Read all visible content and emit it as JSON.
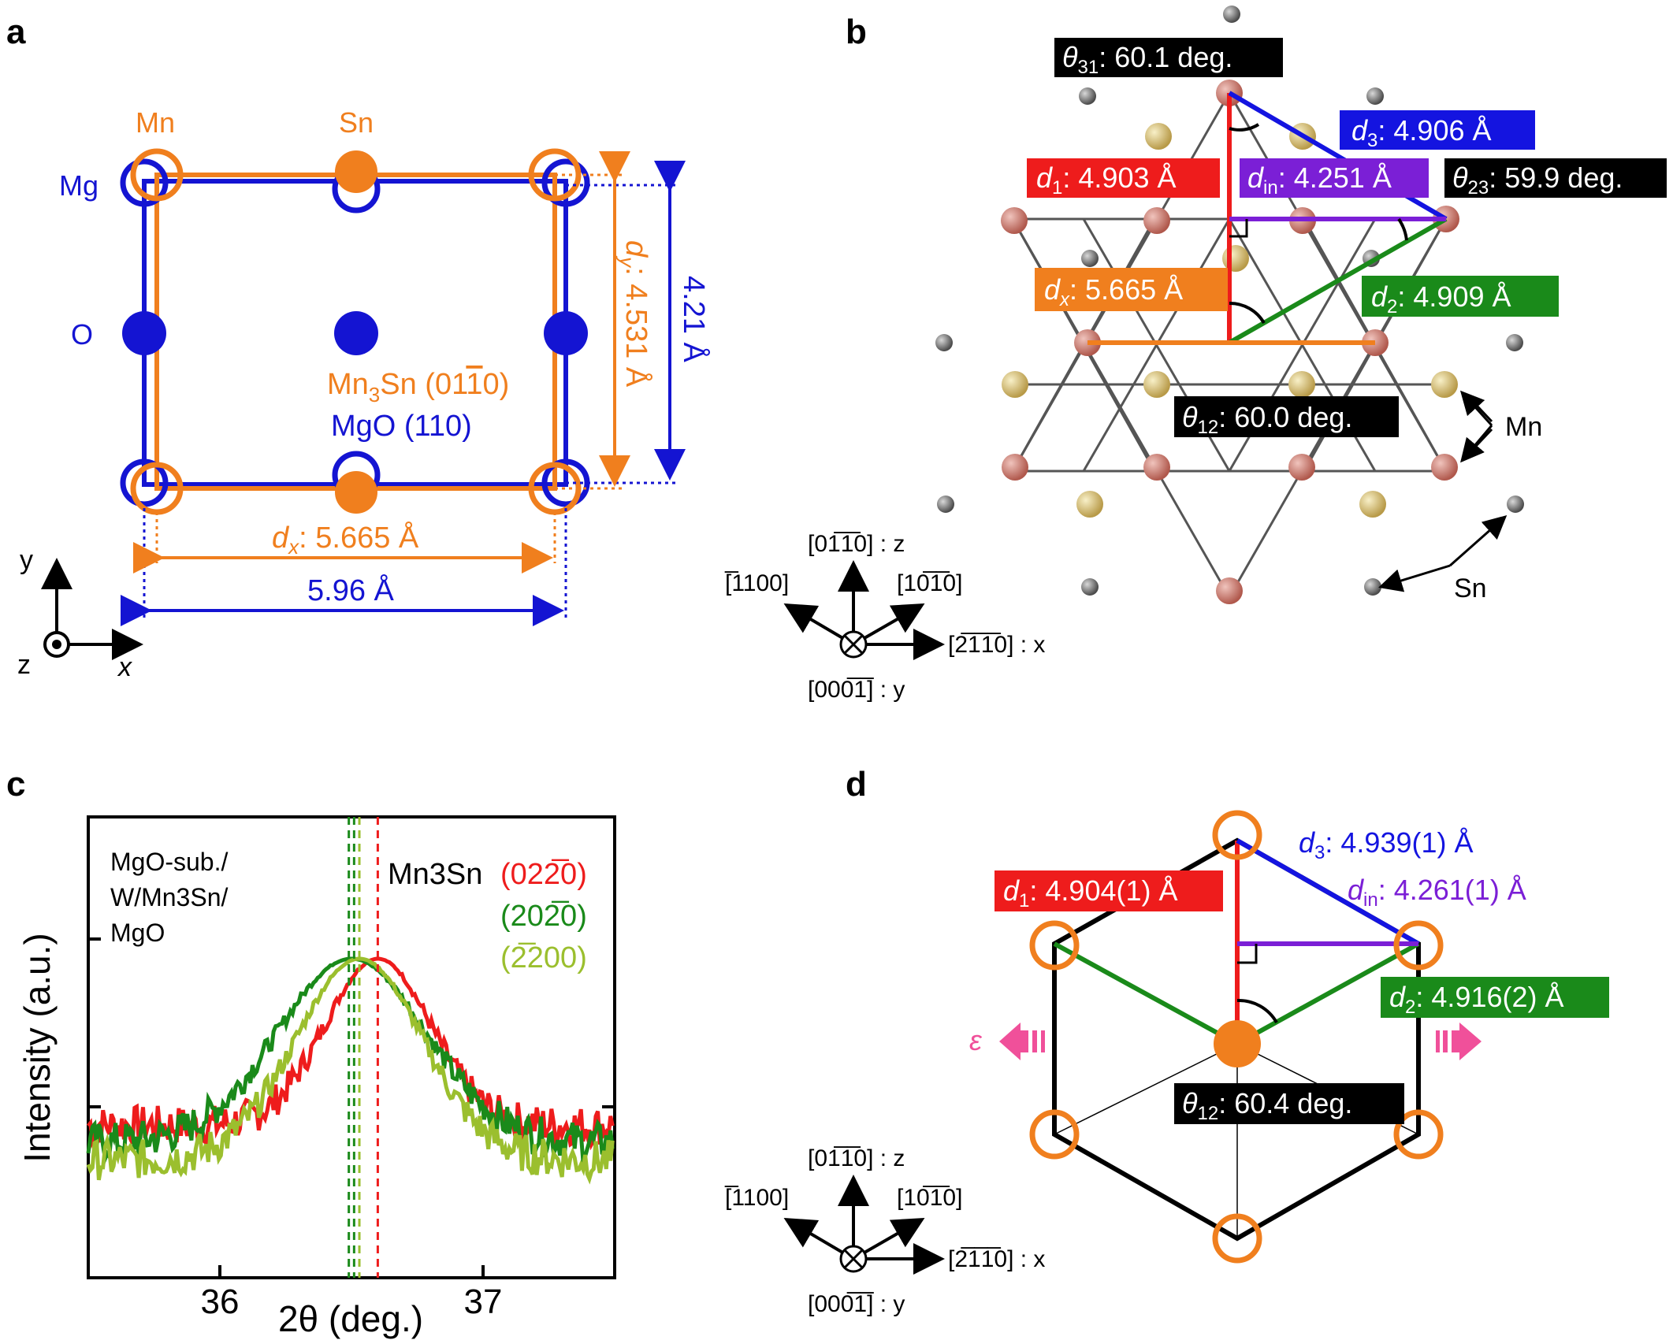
{
  "colors": {
    "mn3sn": "#f07f1e",
    "mgo": "#1414d2",
    "red": "#ee1c1c",
    "green": "#1a8a1a",
    "lightgreen": "#9bbf2e",
    "purple": "#7b1fd6",
    "blue": "#1414e0",
    "black": "#000000",
    "pink": "#f0509a",
    "mnAtom": "#c87b70",
    "snAtom": "#d8c27a",
    "gray": "#808080"
  },
  "panel_a": {
    "letter": "a",
    "mn_label": "Mn",
    "sn_label": "Sn",
    "mg_label": "Mg",
    "o_label": "O",
    "film_label_pre": "Mn",
    "film_label_sub": "3",
    "film_label_post": "Sn (01",
    "film_label_bar": "1",
    "film_label_end": "0)",
    "sub_label": "MgO (110)",
    "dx_label_var": "d",
    "dx_label_sub": "x",
    "dx_label_val": ": 5.665 Å",
    "dy_label_var": "d",
    "dy_label_sub": "y",
    "dy_label_val": ": 4.531 Å",
    "mgo_y": "4.21 Å",
    "mgo_x": "5.96 Å",
    "axis_y": "y",
    "axis_x": "x",
    "axis_z": "z"
  },
  "panel_b": {
    "letter": "b",
    "theta31": {
      "var": "θ",
      "sub": "31",
      "val": ": 60.1 deg."
    },
    "d3": {
      "var": "d",
      "sub": "3",
      "val": ": 4.906 Å"
    },
    "d1": {
      "var": "d",
      "sub": "1",
      "val": ": 4.903 Å"
    },
    "din": {
      "var": "d",
      "sub": "in",
      "val": ": 4.251 Å"
    },
    "theta23": {
      "var": "θ",
      "sub": "23",
      "val": ": 59.9 deg."
    },
    "dx": {
      "var": "d",
      "sub": "x",
      "val": ": 5.665 Å"
    },
    "d2": {
      "var": "d",
      "sub": "2",
      "val": ": 4.909 Å"
    },
    "theta12": {
      "var": "θ",
      "sub": "12",
      "val": ": 60.0 deg."
    },
    "mn_label": "Mn",
    "sn_label": "Sn"
  },
  "axes_hex": {
    "z": "[01̅1̅0] : z",
    "a1": "[̅1100]",
    "a2": "[10̅1̅0]",
    "x": "[2̅1̅1̅0] : x",
    "y": "[000̅1̅] : y"
  },
  "panel_c": {
    "letter": "c",
    "ylabel": "Intensity (a.u.)",
    "xlabel": "2θ (deg.)",
    "sample_line1": "MgO-sub./",
    "sample_line2": "W/Mn3Sn/",
    "sample_line3": "MgO",
    "legend_prefix": "Mn3Sn",
    "legend_red": "(022̅0)",
    "legend_green": "(202̅0)",
    "legend_lightgreen": "(2̅200)"
  },
  "chart_data": {
    "type": "line",
    "xlabel": "2θ (deg.)",
    "ylabel": "Intensity (a.u.)",
    "xlim": [
      35.5,
      37.5
    ],
    "x_ticks": [
      36,
      37
    ],
    "series": [
      {
        "name": "(022̅0)",
        "color": "#ee1c1c",
        "peak": 36.6,
        "width": 0.2,
        "base": 0.42
      },
      {
        "name": "(202̅0)",
        "color": "#1a8a1a",
        "peak": 36.5,
        "width": 0.28,
        "base": 0.36
      },
      {
        "name": "(2̅200)",
        "color": "#9bbf2e",
        "peak": 36.53,
        "width": 0.24,
        "base": 0.3
      }
    ],
    "dashed_lines": [
      {
        "x": 36.49,
        "color": "#1a8a1a"
      },
      {
        "x": 36.51,
        "color": "#1a8a1a"
      },
      {
        "x": 36.53,
        "color": "#9bbf2e"
      },
      {
        "x": 36.6,
        "color": "#ee1c1c"
      }
    ]
  },
  "panel_d": {
    "letter": "d",
    "d3": {
      "var": "d",
      "sub": "3",
      "val": ": 4.939(1) Å"
    },
    "din": {
      "var": "d",
      "sub": "in",
      "val": ": 4.261(1) Å"
    },
    "d1": {
      "var": "d",
      "sub": "1",
      "val": ": 4.904(1) Å"
    },
    "d2": {
      "var": "d",
      "sub": "2",
      "val": ": 4.916(2) Å"
    },
    "theta12": {
      "var": "θ",
      "sub": "12",
      "val": ": 60.4 deg."
    },
    "epsilon": "ε"
  }
}
